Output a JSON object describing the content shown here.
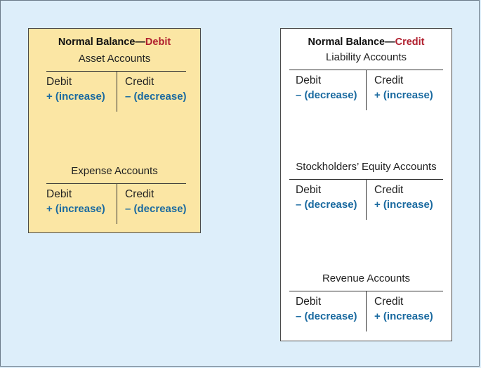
{
  "debit_panel": {
    "heading_prefix": "Normal Balance",
    "heading_sep": "—",
    "heading_type": "Debit",
    "accounts": [
      {
        "title": "Asset Accounts",
        "left_label": "Debit",
        "left_effect": "+ (increase)",
        "right_label": "Credit",
        "right_effect": "– (decrease)"
      },
      {
        "title": "Expense Accounts",
        "left_label": "Debit",
        "left_effect": "+ (increase)",
        "right_label": "Credit",
        "right_effect": "– (decrease)"
      }
    ]
  },
  "credit_panel": {
    "heading_prefix": "Normal Balance",
    "heading_sep": "—",
    "heading_type": "Credit",
    "accounts": [
      {
        "title": "Liability Accounts",
        "left_label": "Debit",
        "left_effect": "– (decrease)",
        "right_label": "Credit",
        "right_effect": "+ (increase)"
      },
      {
        "title": "Stockholders’ Equity Accounts",
        "left_label": "Debit",
        "left_effect": "– (decrease)",
        "right_label": "Credit",
        "right_effect": "+ (increase)"
      },
      {
        "title": "Revenue Accounts",
        "left_label": "Debit",
        "left_effect": "– (decrease)",
        "right_label": "Credit",
        "right_effect": "+ (increase)"
      }
    ]
  },
  "colors": {
    "background": "#ddeefa",
    "debit_panel_fill": "#fbe6a4",
    "credit_panel_fill": "#ffffff",
    "balance_type_red": "#b01f2e",
    "effect_blue": "#1a6aa0"
  }
}
